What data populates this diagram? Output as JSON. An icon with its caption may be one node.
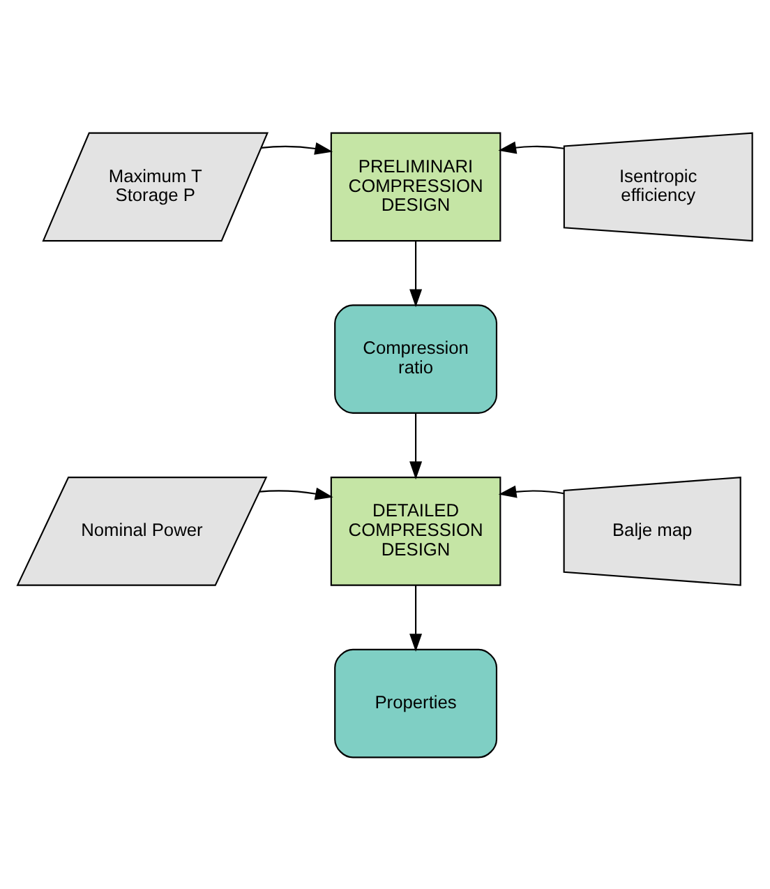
{
  "diagram": {
    "nodes": [
      {
        "text": [
          "Maximum T Storage P"
        ]
      },
      {
        "text": [
          "PRELIMINARI COMPRESSION DESIGN"
        ]
      },
      {
        "text": [
          "Isentropic efficiency"
        ]
      },
      {
        "text": [
          "Compression ratio"
        ]
      },
      {
        "text": [
          "Nominal Power"
        ]
      },
      {
        "text": [
          "DETAILED COMPRESSION DESIGN"
        ]
      },
      {
        "text": [
          "Balje map"
        ]
      },
      {
        "text": [
          "Properties"
        ]
      }
    ],
    "edges": [
      {
        "from": 0,
        "to": 1,
        "arrow": "to"
      },
      {
        "from": 2,
        "to": 1,
        "arrow": "to"
      },
      {
        "from": 1,
        "to": 3,
        "arrow": "to"
      },
      {
        "from": 3,
        "to": 5,
        "arrow": "to"
      },
      {
        "from": 4,
        "to": 5,
        "arrow": "to"
      },
      {
        "from": 6,
        "to": 5,
        "arrow": "to"
      },
      {
        "from": 5,
        "to": 7,
        "arrow": "to"
      }
    ]
  }
}
